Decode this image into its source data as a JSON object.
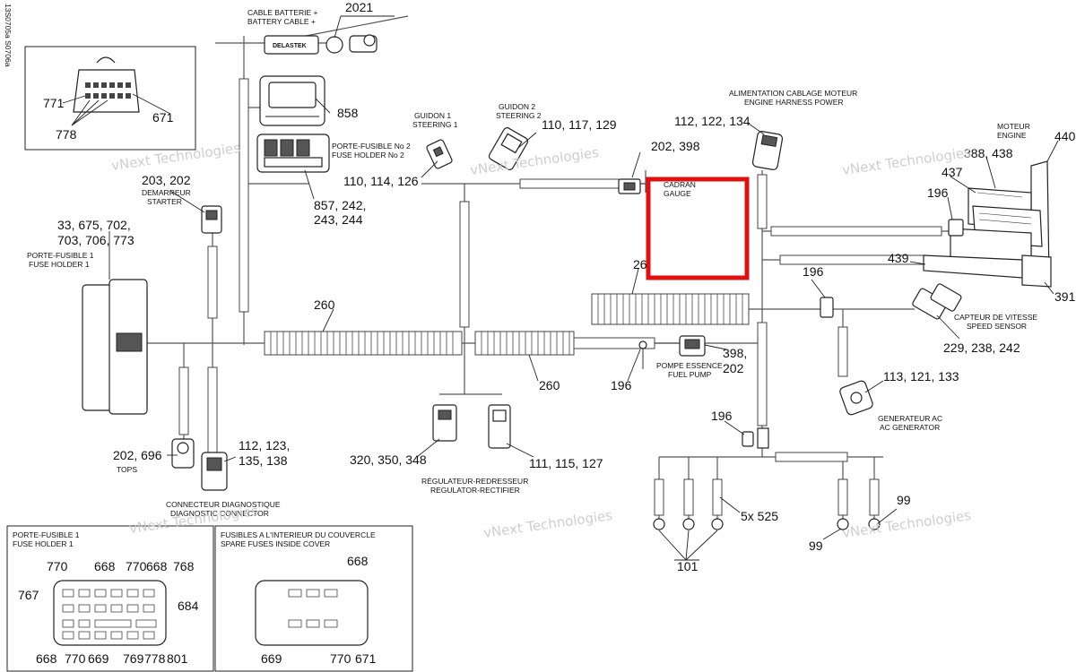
{
  "drawing_ref": "13S0705a  S0706a",
  "watermark": "vNext Technologies",
  "callouts": {
    "n2021": "2021",
    "n858": "858",
    "n857": "857, 242,",
    "n857b": "243, 244",
    "n771": "771",
    "n671": "671",
    "n778": "778",
    "n110a": "110, 114, 126",
    "n110b": "110, 117, 129",
    "n202_398": "202, 398",
    "n112_122": "112, 122, 134",
    "n440": "440",
    "n388": "388, 438",
    "n437": "437",
    "n196a": "196",
    "n439": "439",
    "n391": "391",
    "n196b": "196",
    "n229": "229, 238, 242",
    "n203": "203, 202",
    "n33a": "33, 675, 702,",
    "n33b": "703, 706, 773",
    "n260a": "260",
    "n26": "26",
    "n260b": "260",
    "n196c": "196",
    "n398b": "398,",
    "n202b": "202",
    "n113": "113, 121, 133",
    "n196d": "196",
    "n202_696": "202, 696",
    "n112b_a": "112, 123,",
    "n112b_b": "135, 138",
    "n320": "320, 350, 348",
    "n111": "111, 115, 127",
    "n525": "5x 525",
    "n99a": "99",
    "n99b": "99",
    "n101": "101",
    "i770a": "770",
    "i668a": "668",
    "i770b": "770",
    "i668b": "668",
    "i768": "768",
    "i767": "767",
    "i684": "684",
    "i668c": "668",
    "i770c": "770",
    "i669a": "669",
    "i769": "769",
    "i778": "778",
    "i801": "801",
    "s668": "668",
    "s669": "669",
    "s770": "770",
    "s671": "671"
  },
  "captions": {
    "cable_fr": "CABLE BATTERIE +",
    "cable_en": "BATTERY CABLE +",
    "delastek": "DELASTEK",
    "pf2_fr": "PORTE-FUSIBLE No 2",
    "pf2_en": "FUSE HOLDER No 2",
    "guidon1_fr": "GUIDON 1",
    "guidon1_en": "STEERING 1",
    "guidon2_fr": "GUIDON 2",
    "guidon2_en": "STEERING 2",
    "alim_fr": "ALIMENTATION CABLAGE MOTEUR",
    "alim_en": "ENGINE HARNESS POWER",
    "moteur_fr": "MOTEUR",
    "moteur_en": "ENGINE",
    "cadran_fr": "CADRAN",
    "cadran_en": "GAUGE",
    "demarreur_fr": "DEMARREUR",
    "demarreur_en": "STARTER",
    "pf1_fr": "PORTE-FUSIBLE 1",
    "pf1_en": "FUSE HOLDER 1",
    "capteur_fr": "CAPTEUR DE VITESSE",
    "capteur_en": "SPEED SENSOR",
    "pompe_fr": "POMPE ESSENCE",
    "pompe_en": "FUEL PUMP",
    "gen_fr": "GENERATEUR AC",
    "gen_en": "AC GENERATOR",
    "tops": "TOPS",
    "diag_fr": "CONNECTEUR DIAGNOSTIQUE",
    "diag_en": "DIAGNOSTIC CONNECTOR",
    "reg_fr": "RÉGULATEUR-REDRESSEUR",
    "reg_en": "REGULATOR-RECTIFIER",
    "inset_pf1_fr": "PORTE-FUSIBLE 1",
    "inset_pf1_en": "FUSE HOLDER 1",
    "spare_fr": "FUSIBLES A L'INTERIEUR DU COUVERCLE",
    "spare_en": "SPARE FUSES INSIDE COVER"
  },
  "highlight": {
    "target": "CADRAN / GAUGE",
    "color": "#e01010"
  },
  "colors": {
    "line": "#222222",
    "watermark": "#c9c9c9"
  }
}
